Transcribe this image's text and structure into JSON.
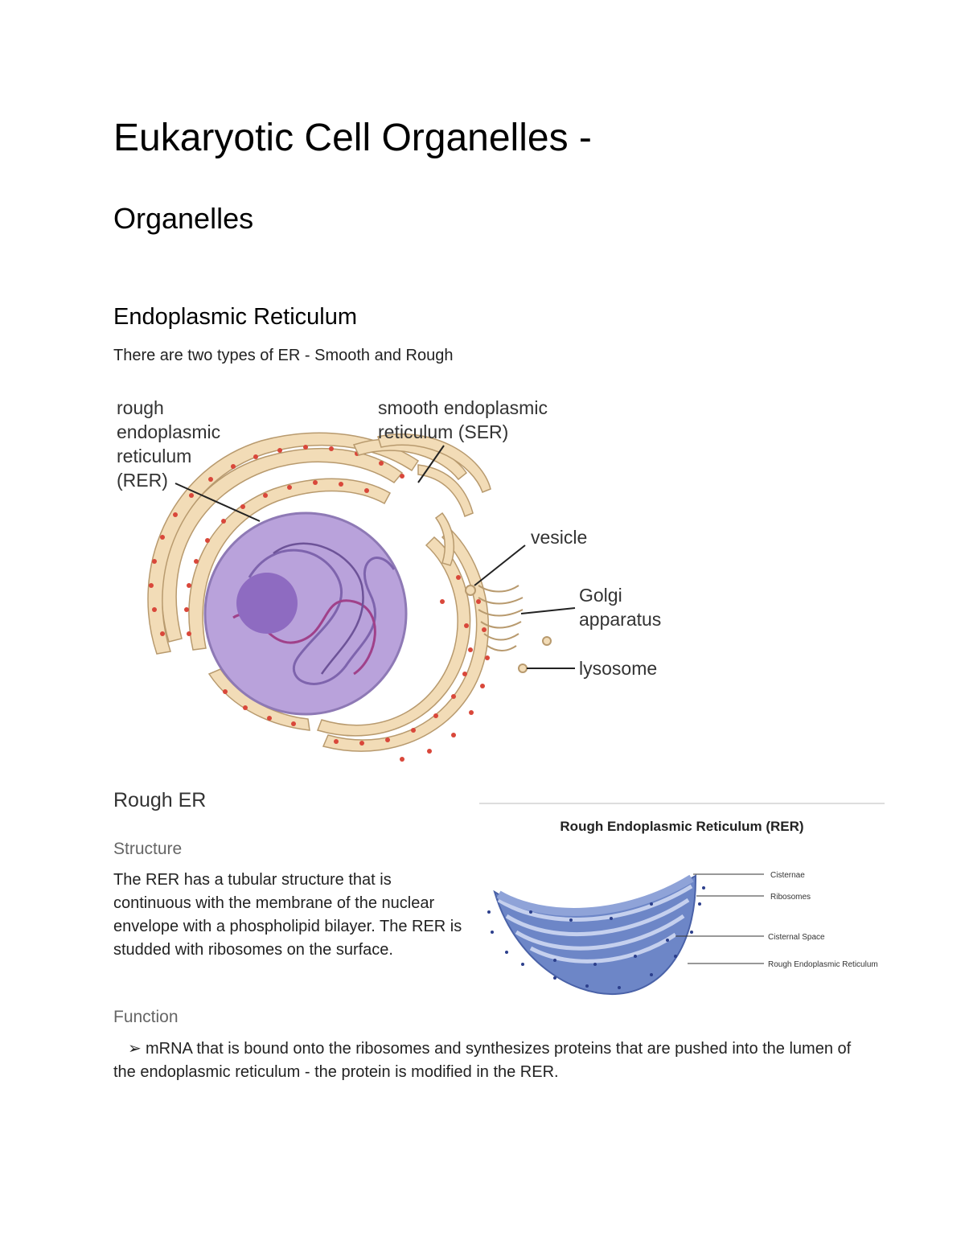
{
  "doc": {
    "title": "Eukaryotic Cell Organelles -",
    "section": "Organelles",
    "er_heading": "Endoplasmic Reticulum",
    "er_intro": "There are two types of ER - Smooth and Rough",
    "cell_figure": {
      "labels": {
        "rer_line1": "rough",
        "rer_line2": "endoplasmic",
        "rer_line3": "reticulum",
        "rer_line4": "(RER)",
        "ser_line1": "smooth endoplasmic",
        "ser_line2": "reticulum (SER)",
        "vesicle": "vesicle",
        "golgi_line1": "Golgi",
        "golgi_line2": "apparatus",
        "lysosome": "lysosome"
      },
      "colors": {
        "nucleus": "#b9a2db",
        "nucleolus": "#8e6bc1",
        "er_fill": "#f2dcb7",
        "ribosome": "#d9473a"
      }
    },
    "rough_er": {
      "heading": "Rough ER",
      "structure_label": "Structure",
      "structure_text": "The RER has a tubular structure that is continuous with the membrane of the nuclear envelope with a phospholipid bilayer. The RER is studded with ribosomes on the surface.",
      "function_label": "Function",
      "bullet_marker": "➢",
      "function_text": "mRNA that is bound onto the ribosomes and synthesizes proteins that are pushed into the lumen of the endoplasmic reticulum - the protein is modified in the RER."
    },
    "rer_figure": {
      "title": "Rough Endoplasmic Reticulum (RER)",
      "labels": {
        "cisternae": "Cisternae",
        "ribosomes": "Ribosomes",
        "cisternal_space": "Cisternal Space",
        "rough_er": "Rough Endoplasmic Reticulum"
      },
      "colors": {
        "body": "#6d86c7",
        "dots": "#2c3f8c"
      }
    }
  }
}
